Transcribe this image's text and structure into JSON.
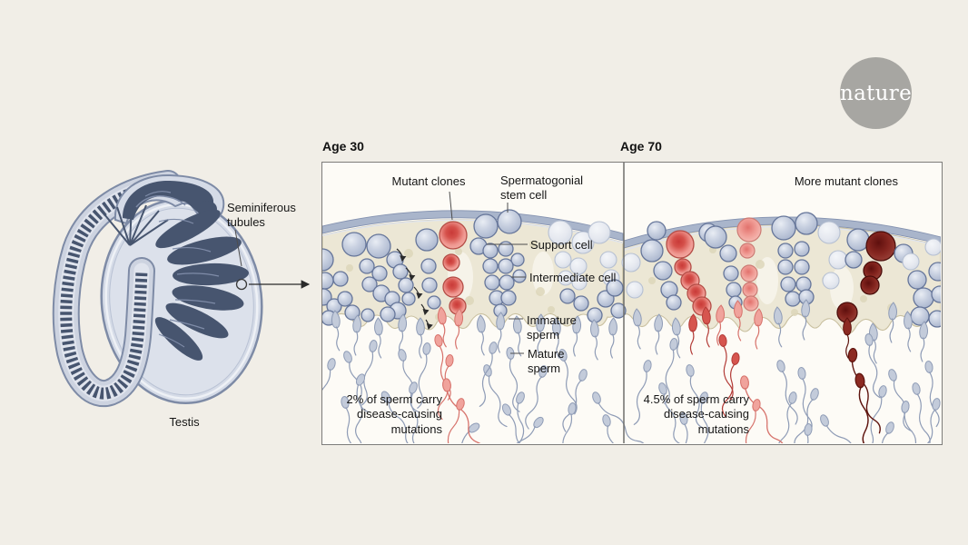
{
  "logo": {
    "text": "nature"
  },
  "left_figure": {
    "seminiferous_label": "Seminiferous tubules",
    "testis_label": "Testis"
  },
  "panels": [
    {
      "title": "Age 30",
      "annotations": {
        "mutant_clones": "Mutant clones",
        "spermatogonial": "Spermatogonial stem cell",
        "support": "Support cell",
        "intermediate": "Intermediate cell",
        "immature": "Immature sperm",
        "mature": "Mature sperm",
        "stat": "2% of sperm carry disease-causing mutations"
      }
    },
    {
      "title": "Age 70",
      "annotations": {
        "more_mutant_clones": "More mutant clones",
        "stat": "4.5% of sperm carry disease-causing mutations"
      }
    }
  ],
  "colors": {
    "canvas-bg": "#f1eee7",
    "panel-bg": "#fdfbf6",
    "panel-border": "#7d7c7a",
    "membrane": "#a9b5cb",
    "membrane-edge": "#8492b0",
    "tissue": "#ece7d5",
    "tissue-edge": "#c9c0a0",
    "cell-blue-stroke": "#66769a",
    "cell-red-stroke": "#b44d46",
    "cell-pink-stroke": "#cc7b74",
    "cell-maroon-stroke": "#4a0d0a",
    "sperm-blue": "#c3cbda",
    "sperm-blue-stroke": "#8f9cb6",
    "sperm-red": "#f0a39c",
    "sperm-red-stroke": "#d7736c",
    "sperm-red2": "#d6554f",
    "sperm-red2-stroke": "#b33c38",
    "sperm-maroon": "#8c2a22",
    "sperm-maroon-stroke": "#5e130d",
    "testis-fill": "#d5dbe7",
    "testis-stroke": "#7e8ba6",
    "tubule-dark": "#47556f",
    "label-color": "#161616",
    "leader": "#4d4d4d",
    "logo-bg": "#a7a6a2",
    "logo-text": "#ffffff"
  }
}
